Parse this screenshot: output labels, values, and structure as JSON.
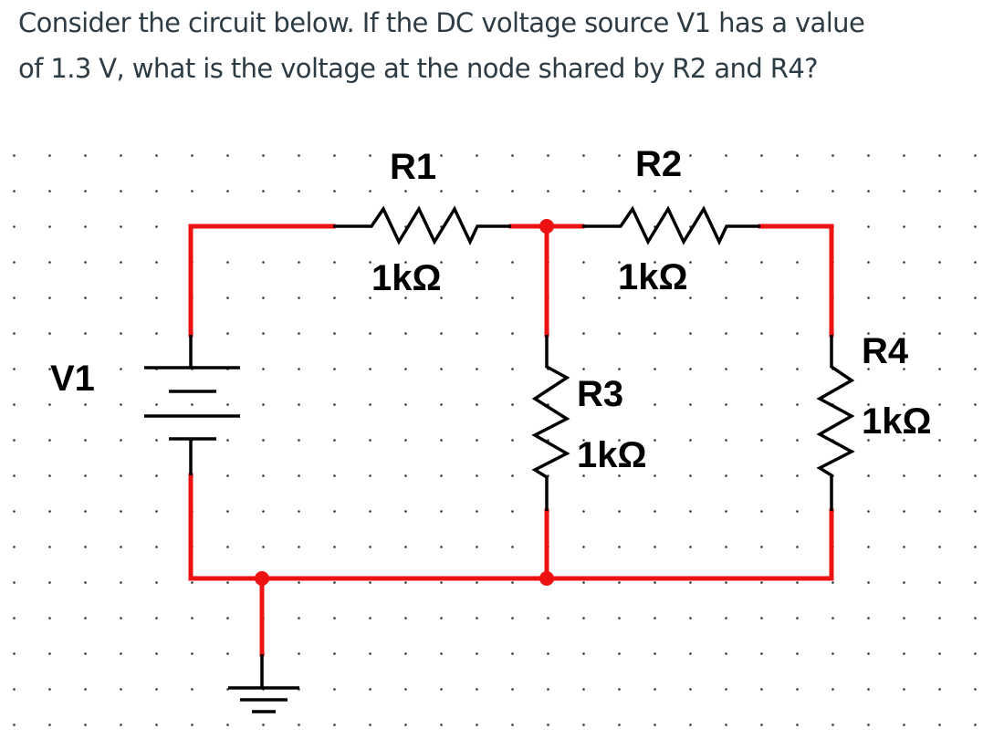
{
  "question": {
    "line1": "Consider the circuit below. If the DC voltage source V1 has a value",
    "line2": "of 1.3 V, what is the voltage at the node shared by R2 and R4?"
  },
  "circuit": {
    "wire_color": "#ee1111",
    "component_color": "#000000",
    "grid_dot_color": "#333333",
    "components": {
      "V1": {
        "name": "V1",
        "type": "dc-voltage-source"
      },
      "R1": {
        "name": "R1",
        "value": "1kΩ",
        "type": "resistor"
      },
      "R2": {
        "name": "R2",
        "value": "1kΩ",
        "type": "resistor"
      },
      "R3": {
        "name": "R3",
        "value": "1kΩ",
        "type": "resistor"
      },
      "R4": {
        "name": "R4",
        "value": "1kΩ",
        "type": "resistor"
      },
      "GND": {
        "type": "ground"
      }
    }
  }
}
